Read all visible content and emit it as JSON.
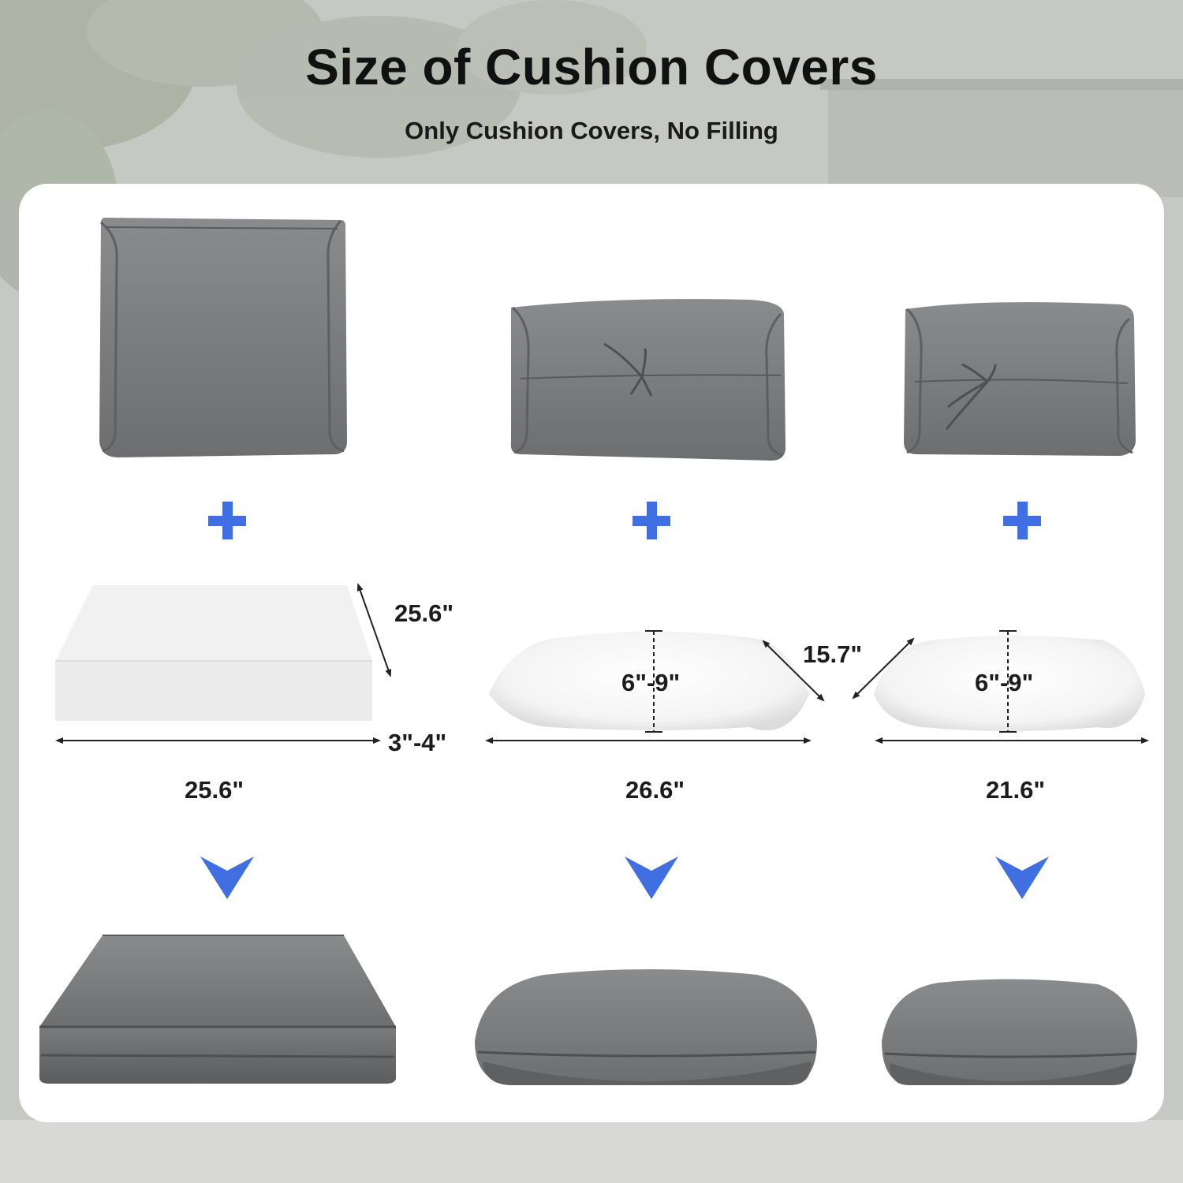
{
  "title": "Size of Cushion Covers",
  "subtitle": "Only Cushion Covers, No Filling",
  "colors": {
    "accent_blue": "#3f6fe0",
    "cover_gray": "#777879",
    "panel": "#ffffff"
  },
  "columns": [
    {
      "name": "seat",
      "cover": "square-cushion-cover",
      "insert": "foam-block",
      "result": "seat-cushion",
      "depth_label": "25.6\"",
      "thickness_label": "3\"-4\"",
      "width_label": "25.6\""
    },
    {
      "name": "back-large",
      "cover": "back-cushion-cover-with-ties",
      "insert": "pillow",
      "result": "back-cushion",
      "height_label": "6\"-9\"",
      "width_label": "26.6\""
    },
    {
      "name": "back-small",
      "cover": "back-cushion-cover-with-ties",
      "insert": "pillow",
      "result": "back-cushion",
      "height_label": "6\"-9\"",
      "width_label": "21.6\""
    }
  ],
  "shared": {
    "pillow_depth_label": "15.7\""
  }
}
